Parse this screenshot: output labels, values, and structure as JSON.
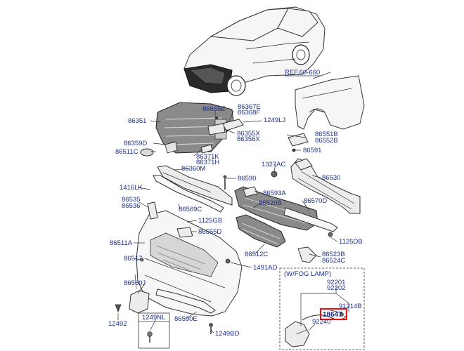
{
  "labels": {
    "ref": "REF.60-660",
    "p86655E": "86655E",
    "p86367E": "86367E",
    "p86368F": "86368F",
    "p1249LJ": "1249LJ",
    "p86351": "86351",
    "p86355X": "86355X",
    "p86356X": "86356X",
    "p86359D": "86359D",
    "p86511C": "86511C",
    "p86371K": "86371K",
    "p86371H": "86371H",
    "p86360M": "86360M",
    "p86551B": "86551B",
    "p86552B": "86552B",
    "p86591": "86591",
    "p1327AC": "1327AC",
    "p86530": "86530",
    "p86590": "86590",
    "p1416LK": "1416LK",
    "p86593A": "86593A",
    "p86520B": "86520B",
    "p86570D": "86570D",
    "p86535": "86535",
    "p86536": "86536",
    "p86569C": "86569C",
    "p1125GB": "1125GB",
    "p86555D": "86555D",
    "p86511A": "86511A",
    "p1125DB": "1125DB",
    "p86512C": "86512C",
    "p86523B": "86523B",
    "p86524C": "86524C",
    "p86517": "86517",
    "p1491AD": "1491AD",
    "p86560J": "86560J",
    "fogLamp": "(W/FOG LAMP)",
    "p92201": "92201",
    "p92202": "92202",
    "p91214B": "91214B",
    "p18647": "18647",
    "p92240": "92240",
    "p12492": "12492",
    "p1249NL": "1249NL",
    "p86590E": "86590E",
    "p1249BD": "1249BD"
  },
  "colors": {
    "label": "#1d2f8a",
    "highlight": "#e0141b"
  }
}
